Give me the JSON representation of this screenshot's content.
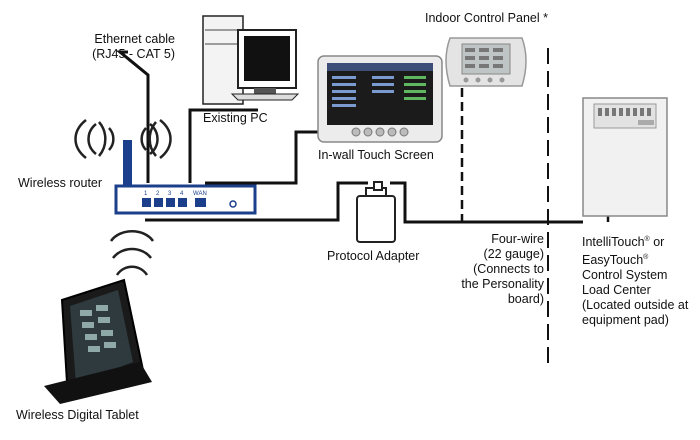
{
  "labels": {
    "ethernet_line1": "Ethernet cable",
    "ethernet_line2": "(RJ45 - CAT 5)",
    "existing_pc": "Existing PC",
    "indoor_panel": "Indoor Control Panel *",
    "in_wall_touch": "In-wall Touch Screen",
    "wireless_router": "Wireless router",
    "protocol_adapter": "Protocol Adapter",
    "four_wire_1": "Four-wire",
    "four_wire_2": "(22 gauge)",
    "four_wire_3": "(Connects to",
    "four_wire_4": "the Personality",
    "four_wire_5": "board)",
    "intellitouch_a": "IntelliTouch",
    "intellitouch_b": " or",
    "easytouch_a": "EasyTouch",
    "control_system": "Control System",
    "load_center": "Load Center",
    "located_1": "(Located outside at",
    "located_2": "equipment pad)",
    "reg_mark": "®",
    "tablet": "Wireless Digital Tablet"
  },
  "router_ports": [
    "1",
    "2",
    "3",
    "4",
    "WAN"
  ]
}
